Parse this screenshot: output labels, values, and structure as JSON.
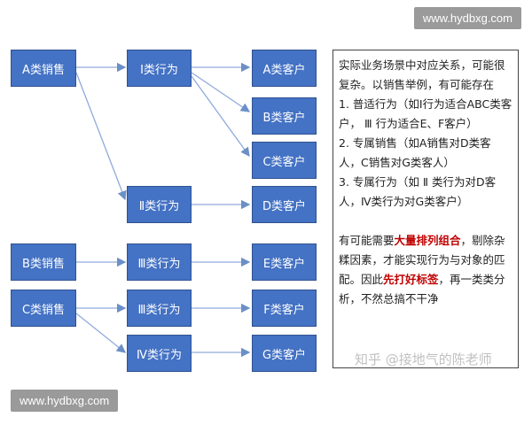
{
  "watermarks": {
    "top": "www.hydbxg.com",
    "bottom": "www.hydbxg.com",
    "zhihu": "知乎 @接地气的陈老师"
  },
  "sellers": [
    "A类销售",
    "B类销售",
    "C类销售"
  ],
  "behaviors": [
    "Ⅰ类行为",
    "Ⅱ类行为",
    "Ⅲ类行为",
    "Ⅲ类行为",
    "Ⅳ类行为"
  ],
  "customers": [
    "A类客户",
    "B类客户",
    "C类客户",
    "D类客户",
    "E类客户",
    "F类客户",
    "G类客户"
  ],
  "panel": {
    "intro": "实际业务场景中对应关系，可能很复杂。以销售举例，有可能存在",
    "item1": "1. 普适行为（如Ⅰ行为适合ABC类客户，  Ⅲ  行为适合E、F客户）",
    "item2": "2. 专属销售（如A销售对D类客人，C销售对G类客人）",
    "item3": "3. 专属行为（如 Ⅱ 类行为对D客人，Ⅳ类行为对G类客户）",
    "p2_a": "有可能需要",
    "p2_b": "大量排列组合",
    "p2_c": "，剔除杂糅因素，才能实现行为与对象的匹配。因此",
    "p2_d": "先打好标签",
    "p2_e": "，再一类类分析，不然总搞不干净"
  },
  "colors": {
    "box": "#4472c4",
    "highlight": "#c00000"
  }
}
